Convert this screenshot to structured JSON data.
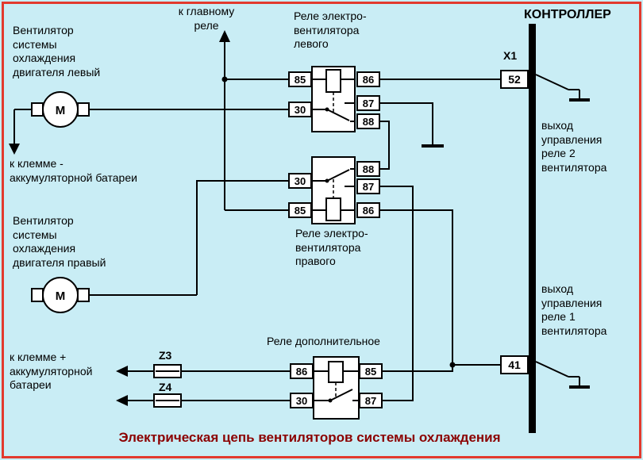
{
  "title": "Электрическая цепь вентиляторов системы охлаждения",
  "controller": {
    "name": "КОНТРОЛЛЕР",
    "connector": "X1",
    "pin_52": "52",
    "pin_41": "41",
    "output_relay2": "выход\nуправления\nреле 2\nвентилятора",
    "output_relay1": "выход\nуправления\nреле 1\nвентилятора"
  },
  "labels": {
    "fan_left": "Вентилятор\nсистемы\nохлаждения\nдвигателя левый",
    "fan_right": "Вентилятор\nсистемы\nохлаждения\nдвигателя правый",
    "to_main_relay": "к главному\nреле",
    "to_battery_minus": "к клемме -\nаккумуляторной батареи",
    "to_battery_plus": "к клемме +\nаккумуляторной\nбатареи",
    "relay_left": "Реле электро-\nвентилятора\nлевого",
    "relay_right": "Реле электро-\nвентилятора\nправого",
    "relay_additional": "Реле дополнительное"
  },
  "fuses": {
    "z3": "Z3",
    "z4": "Z4"
  },
  "motor_label": "M",
  "relay_left_pins": {
    "p85": "85",
    "p86": "86",
    "p30": "30",
    "p87": "87",
    "p88": "88"
  },
  "relay_right_pins": {
    "p30": "30",
    "p88": "88",
    "p87": "87",
    "p85": "85",
    "p86": "86"
  },
  "relay_add_pins": {
    "p86": "86",
    "p85": "85",
    "p30": "30",
    "p87": "87"
  },
  "colors": {
    "background": "#c9edf5",
    "frame": "#e23a2e",
    "wire": "#000000",
    "title_text": "#8b0000"
  }
}
